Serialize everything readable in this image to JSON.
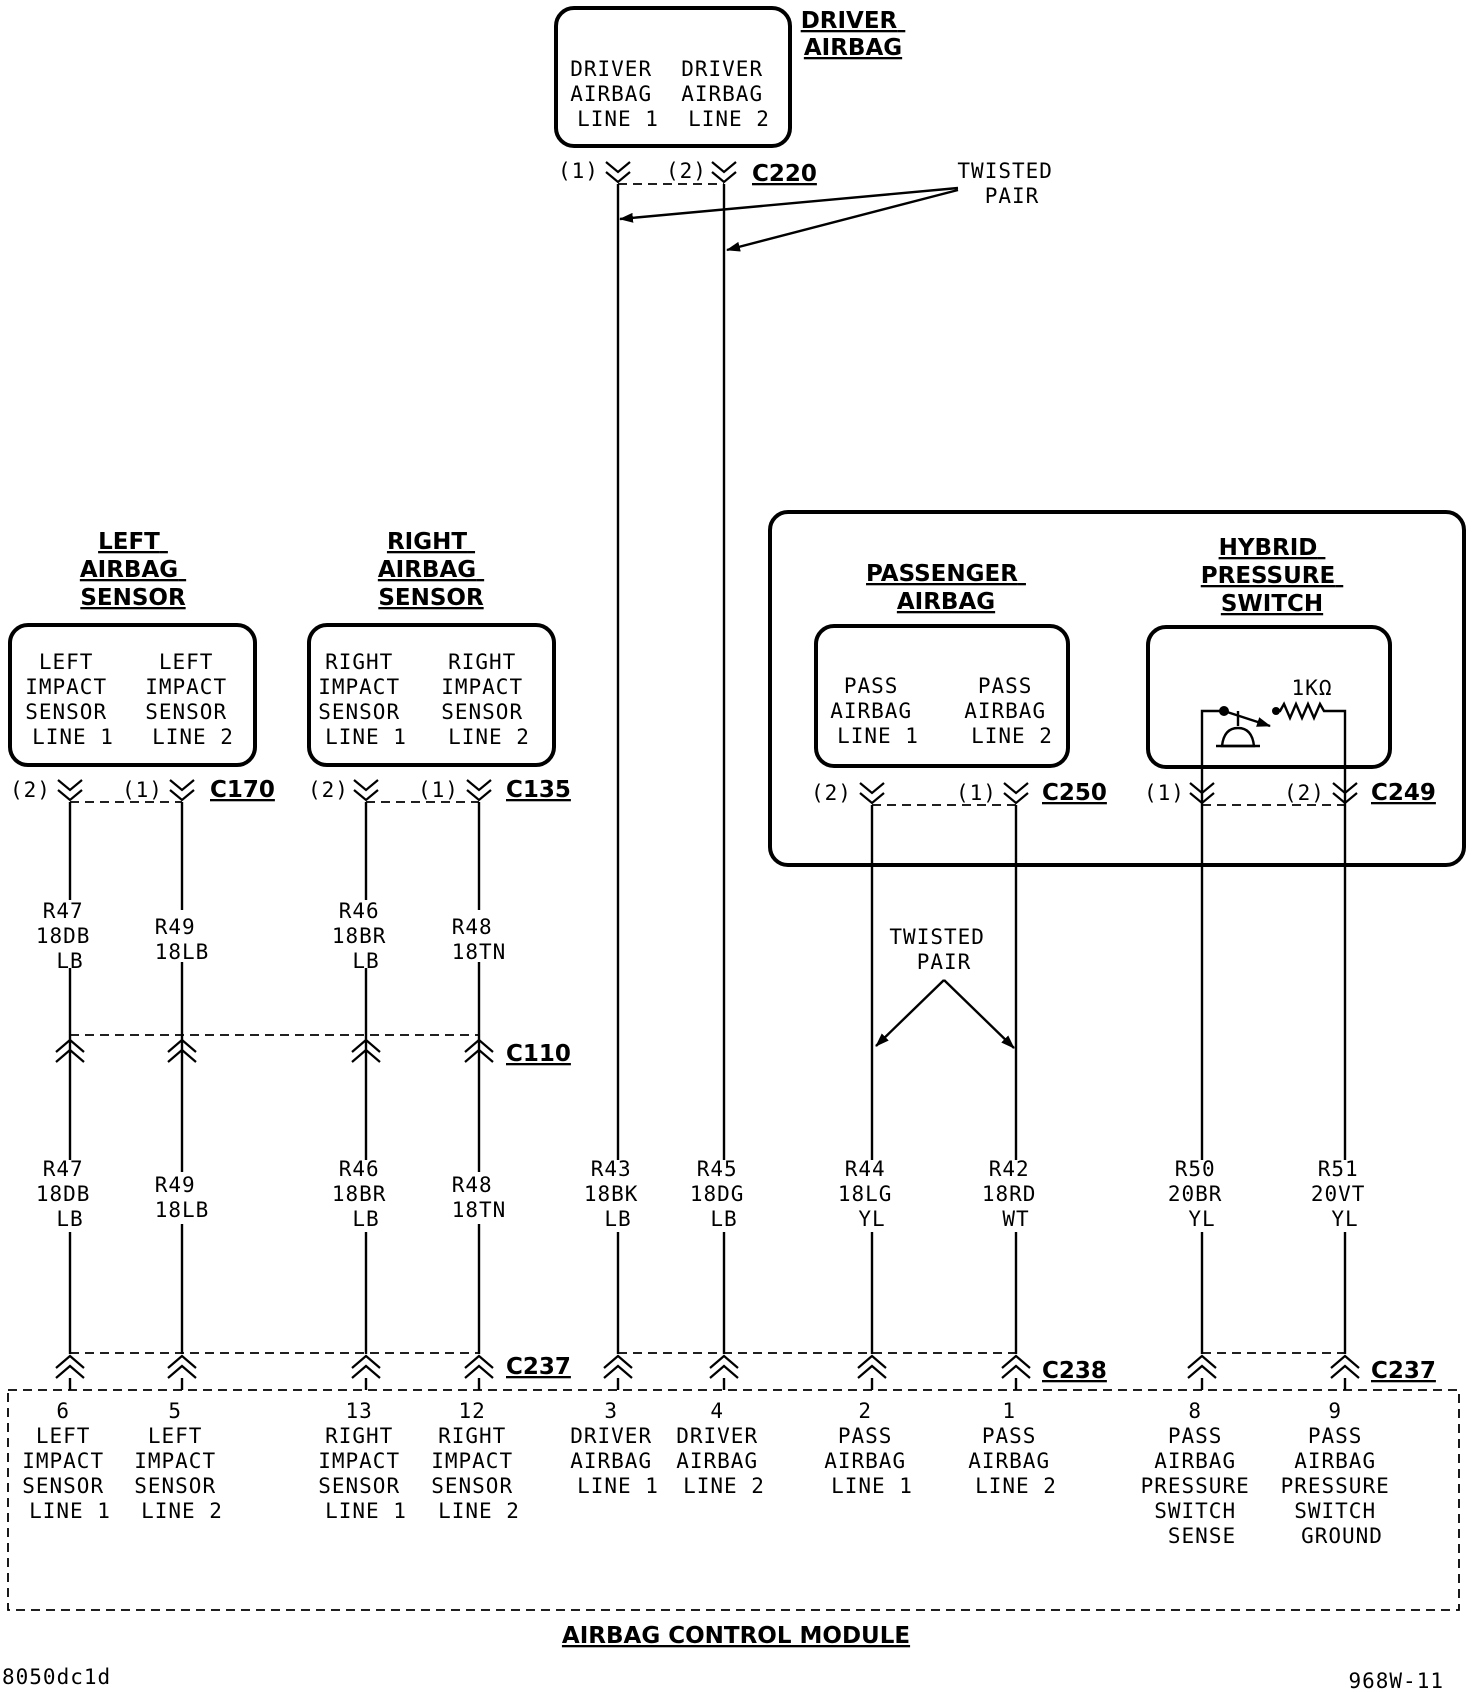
{
  "module_title": "AIRBAG CONTROL MODULE",
  "footer": {
    "left": "8050dc1d",
    "right": "968W-11"
  },
  "twisted_pair_label": [
    "TWISTED",
    "PAIR"
  ],
  "components": {
    "driver_airbag": {
      "title": [
        "DRIVER",
        "AIRBAG"
      ],
      "line1": [
        "DRIVER",
        "AIRBAG",
        "LINE 1"
      ],
      "line2": [
        "DRIVER",
        "AIRBAG",
        "LINE 2"
      ],
      "connector": "C220",
      "pin1": "(1)",
      "pin2": "(2)"
    },
    "left_sensor": {
      "title": [
        "LEFT",
        "AIRBAG",
        "SENSOR"
      ],
      "line1": [
        "LEFT",
        "IMPACT",
        "SENSOR",
        "LINE 1"
      ],
      "line2": [
        "LEFT",
        "IMPACT",
        "SENSOR",
        "LINE 2"
      ],
      "connector": "C170",
      "pin_a": "(2)",
      "pin_b": "(1)"
    },
    "right_sensor": {
      "title": [
        "RIGHT",
        "AIRBAG",
        "SENSOR"
      ],
      "line1": [
        "RIGHT",
        "IMPACT",
        "SENSOR",
        "LINE 1"
      ],
      "line2": [
        "RIGHT",
        "IMPACT",
        "SENSOR",
        "LINE 2"
      ],
      "connector": "C135",
      "pin_a": "(2)",
      "pin_b": "(1)"
    },
    "passenger_airbag": {
      "title": [
        "PASSENGER",
        "AIRBAG"
      ],
      "line1": [
        "PASS",
        "AIRBAG",
        "LINE 1"
      ],
      "line2": [
        "PASS",
        "AIRBAG",
        "LINE 2"
      ],
      "connector": "C250",
      "pin_a": "(2)",
      "pin_b": "(1)"
    },
    "hybrid_switch": {
      "title": [
        "HYBRID",
        "PRESSURE",
        "SWITCH"
      ],
      "resistor": "1KΩ",
      "connector": "C249",
      "pin_a": "(1)",
      "pin_b": "(2)"
    }
  },
  "inline_connector": "C110",
  "module_connectors": {
    "left": "C237",
    "middle": "C238",
    "right": "C237"
  },
  "wires": {
    "r47_upper": [
      "R47",
      "18DB",
      "LB"
    ],
    "r49_upper": [
      "R49",
      "18LB"
    ],
    "r46_upper": [
      "R46",
      "18BR",
      "LB"
    ],
    "r48_upper": [
      "R48",
      "18TN"
    ],
    "r47_lower": [
      "R47",
      "18DB",
      "LB"
    ],
    "r49_lower": [
      "R49",
      "18LB"
    ],
    "r46_lower": [
      "R46",
      "18BR",
      "LB"
    ],
    "r48_lower": [
      "R48",
      "18TN"
    ],
    "r43": [
      "R43",
      "18BK",
      "LB"
    ],
    "r45": [
      "R45",
      "18DG",
      "LB"
    ],
    "r44": [
      "R44",
      "18LG",
      "YL"
    ],
    "r42": [
      "R42",
      "18RD",
      "WT"
    ],
    "r50": [
      "R50",
      "20BR",
      "YL"
    ],
    "r51": [
      "R51",
      "20VT",
      "YL"
    ]
  },
  "pins": {
    "p6": [
      "6",
      "LEFT",
      "IMPACT",
      "SENSOR",
      "LINE 1"
    ],
    "p5": [
      "5",
      "LEFT",
      "IMPACT",
      "SENSOR",
      "LINE 2"
    ],
    "p13": [
      "13",
      "RIGHT",
      "IMPACT",
      "SENSOR",
      "LINE  1"
    ],
    "p12": [
      "12",
      "RIGHT",
      "IMPACT",
      "SENSOR",
      "LINE 2"
    ],
    "p3": [
      "3",
      "DRIVER",
      "AIRBAG",
      "LINE 1"
    ],
    "p4": [
      "4",
      "DRIVER",
      "AIRBAG",
      "LINE 2"
    ],
    "p2": [
      "2",
      "PASS",
      "AIRBAG",
      "LINE 1"
    ],
    "p1": [
      "1",
      "PASS",
      "AIRBAG",
      "LINE 2"
    ],
    "p8": [
      "8",
      "PASS",
      "AIRBAG",
      "PRESSURE",
      "SWITCH",
      "SENSE"
    ],
    "p9": [
      "9",
      "PASS",
      "AIRBAG",
      "PRESSURE",
      "SWITCH",
      "GROUND"
    ]
  }
}
